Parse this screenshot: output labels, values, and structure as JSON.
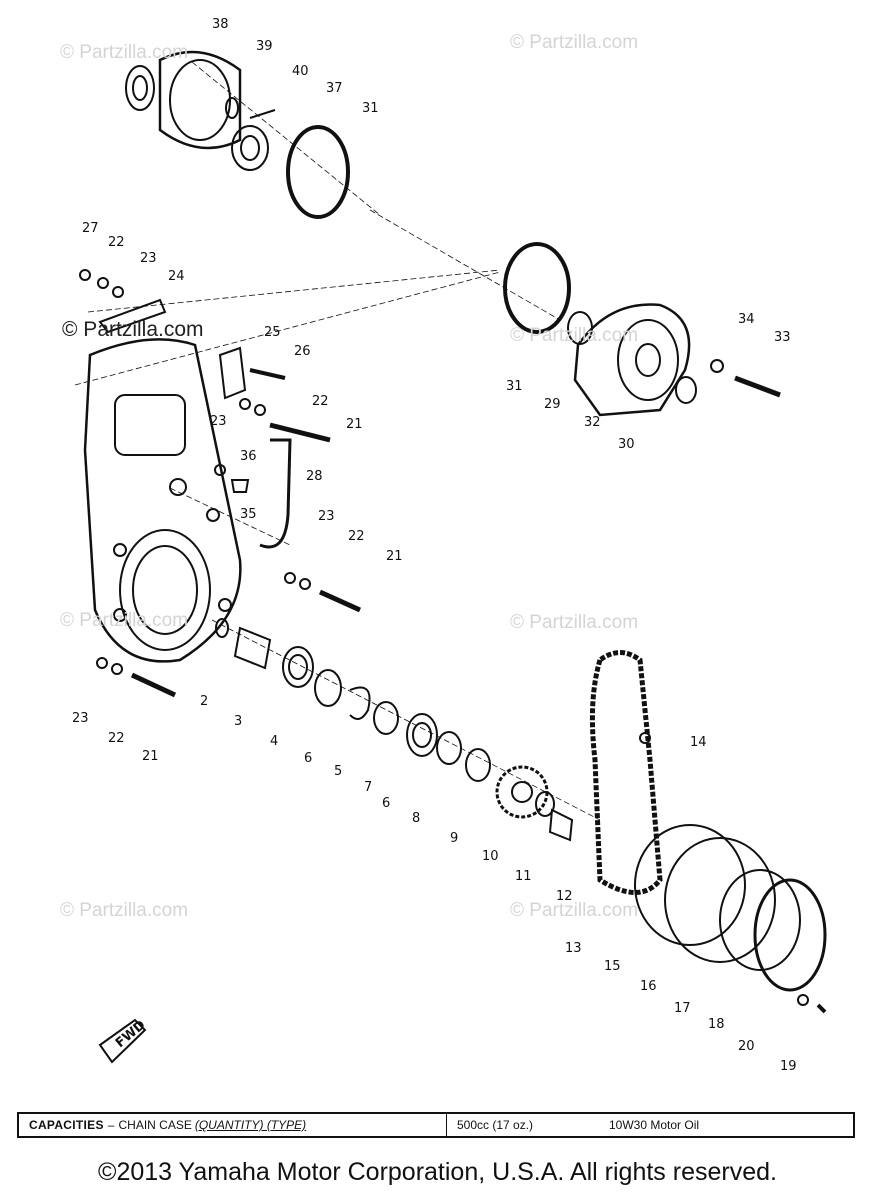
{
  "watermarks": {
    "main": "© Partzilla.com",
    "repeat": "© Partzilla.com"
  },
  "callouts": [
    "38",
    "39",
    "40",
    "37",
    "31",
    "27",
    "22",
    "23",
    "24",
    "25",
    "26",
    "23",
    "22",
    "21",
    "36",
    "28",
    "35",
    "23",
    "22",
    "21",
    "31",
    "29",
    "32",
    "30",
    "34",
    "33",
    "2",
    "3",
    "4",
    "6",
    "5",
    "7",
    "6",
    "8",
    "9",
    "10",
    "11",
    "12",
    "13",
    "14",
    "15",
    "16",
    "17",
    "18",
    "20",
    "19",
    "23",
    "22",
    "21"
  ],
  "fwd_label": "FWD",
  "capacities": {
    "title": "CAPACITIES",
    "dash": "–",
    "item": "CHAIN CASE",
    "qualifier": "(QUANTITY) (TYPE)",
    "quantity": "500cc (17 oz.)",
    "type": "10W30 Motor Oil"
  },
  "footer": {
    "copyright": "©2013 Yamaha Motor Corporation, U.S.A. All rights reserved."
  }
}
